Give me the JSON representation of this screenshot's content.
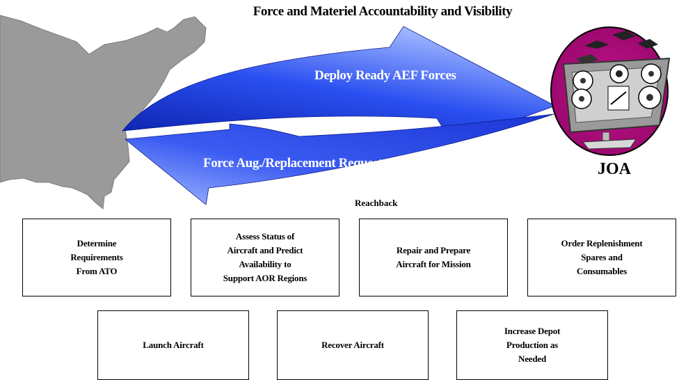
{
  "title": "Force and Materiel Accountability and Visibility",
  "arrows": {
    "upper": "Deploy Ready AEF Forces",
    "lower": "Force Aug./Replacement Requests"
  },
  "joa_label": "JOA",
  "reachback_label": "Reachback",
  "process_boxes_row1": [
    "Determine\nRequirements\nFrom ATO",
    "Assess Status of\nAircraft and Predict\nAvailability to\nSupport AOR Regions",
    "Repair and Prepare\nAircraft for Mission",
    "Order Replenishment\nSpares and\nConsumables"
  ],
  "process_boxes_row2": [
    "Launch Aircraft",
    "Recover Aircraft",
    "Increase Depot\nProduction as\nNeeded"
  ],
  "colors": {
    "arrow_blue": "#1f3de0",
    "arrow_highlight": "#9fb6ff",
    "map_gray": "#9a9a9a",
    "joa_magenta": "#b0107a"
  }
}
